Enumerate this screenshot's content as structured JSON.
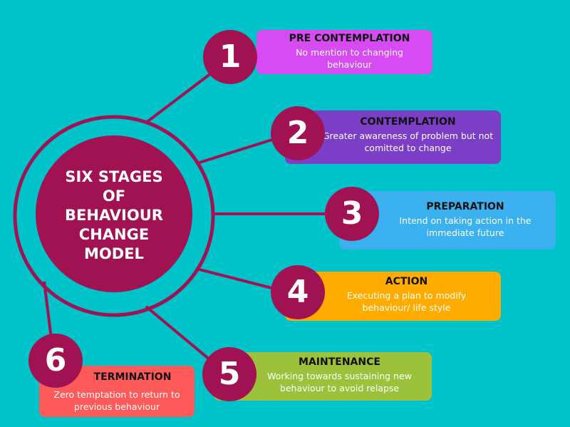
{
  "title": "SIX STAGES OF BEHAVIOUR CHANGE MODEL",
  "title_lines": [
    "SIX STAGES",
    "OF",
    "BEHAVIOUR",
    "CHANGE",
    "MODEL"
  ],
  "stages": [
    {
      "number": "1",
      "title": "PRE CONTEMPLATION",
      "desc": "No mention to changing behaviour",
      "color": "#D74CF2"
    },
    {
      "number": "2",
      "title": "CONTEMPLATION",
      "desc": "Greater awareness of problem but not comitted to change",
      "color": "#7C3EC6"
    },
    {
      "number": "3",
      "title": "PREPARATION",
      "desc": "Intend on taking action in the immediate future",
      "color": "#3CB1F0"
    },
    {
      "number": "4",
      "title": "ACTION",
      "desc": "Executing a plan to modify behaviour/ life style",
      "color": "#FFAB00"
    },
    {
      "number": "5",
      "title": "MAINTENANCE",
      "desc": "Working towards sustaining new behaviour to avoid relapse",
      "color": "#9CC23C"
    },
    {
      "number": "6",
      "title": "TERMINATION",
      "desc": "Zero temptation to return to previous behaviour",
      "color": "#FF5A5A"
    }
  ]
}
